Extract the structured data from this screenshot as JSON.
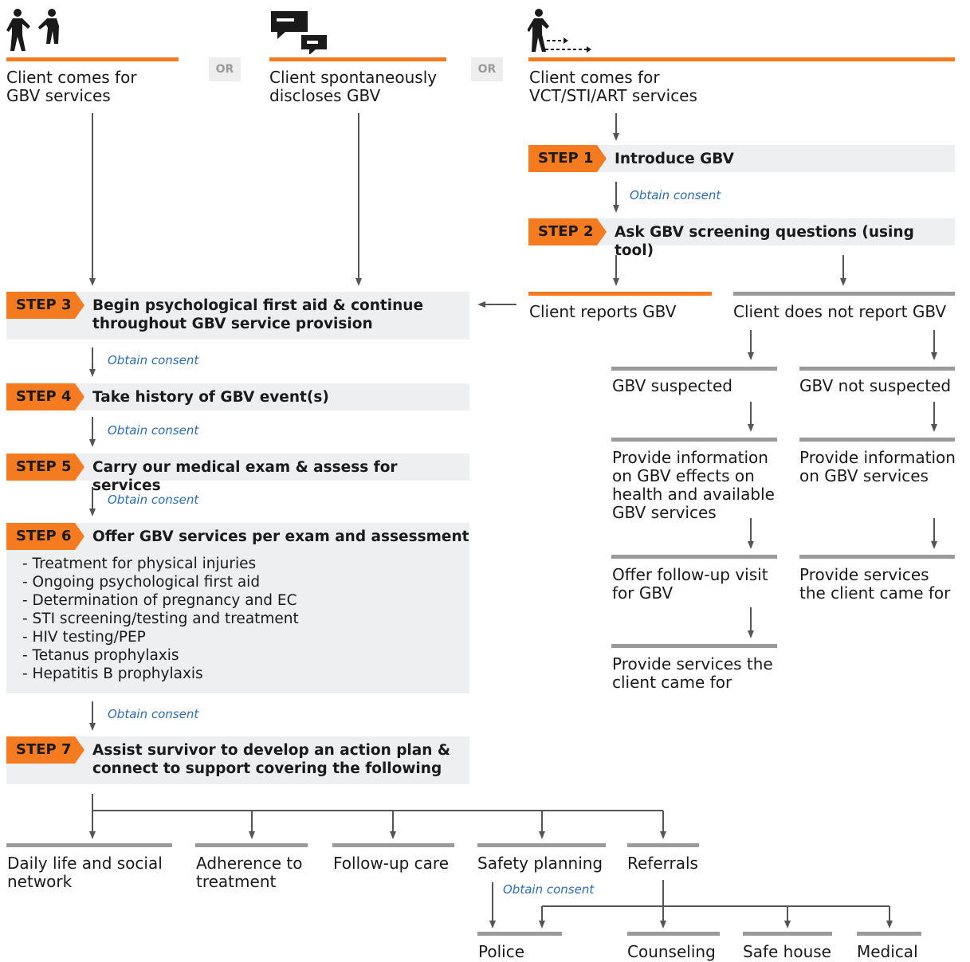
{
  "paths": {
    "gbv_services": "Client comes for\nGBV services",
    "discloses": "Client spontaneously\ndiscloses GBV",
    "vct": "Client comes for\nVCT/STI/ART services"
  },
  "or_label": "OR",
  "steps": [
    {
      "label": "STEP 1",
      "title": "Introduce GBV"
    },
    {
      "label": "STEP 2",
      "title": "Ask GBV screening questions (using tool)"
    },
    {
      "label": "STEP 3",
      "title": "Begin psychological first aid & continue\nthroughout GBV service provision"
    },
    {
      "label": "STEP 4",
      "title": "Take history of GBV event(s)"
    },
    {
      "label": "STEP 5",
      "title": "Carry our medical exam & assess for services"
    },
    {
      "label": "STEP 6",
      "title": "Offer GBV services per exam and assessment"
    },
    {
      "label": "STEP 7",
      "title": "Assist survivor to develop an action plan &\nconnect to support covering the following"
    }
  ],
  "step6_items": [
    "- Treatment for physical injuries",
    "- Ongoing psychological first aid",
    "- Determination of pregnancy and EC",
    "- STI screening/testing and treatment",
    "- HIV testing/PEP",
    "- Tetanus prophylaxis",
    "- Hepatitis B prophylaxis"
  ],
  "consent_label": "Obtain consent",
  "screening": {
    "reports": "Client reports GBV",
    "not_reports": "Client does not report GBV",
    "suspected": "GBV suspected",
    "not_suspected": "GBV not suspected",
    "info_effects": "Provide information\non GBV effects on\nhealth and available\nGBV services",
    "info_services": "Provide information\non GBV services",
    "followup": "Offer follow-up visit\nfor GBV",
    "provide_came_for": "Provide services\nthe client came for",
    "provide_came_for_2": "Provide services the\nclient came for"
  },
  "support": {
    "daily_life": "Daily life and social\nnetwork",
    "adherence": "Adherence to\ntreatment",
    "followup_care": "Follow-up care",
    "safety": "Safety planning",
    "referrals": "Referrals"
  },
  "referrals": {
    "police": "Police",
    "counseling": "Counseling",
    "safe_house": "Safe house",
    "medical": "Medical"
  },
  "colors": {
    "accent": "#f47b20",
    "grey_rule": "#9a9a9a",
    "step_bg": "#eeeff1",
    "consent": "#2a6db5"
  },
  "icons": [
    "handshake-icon",
    "speech-bubbles-icon",
    "walking-person-icon"
  ]
}
